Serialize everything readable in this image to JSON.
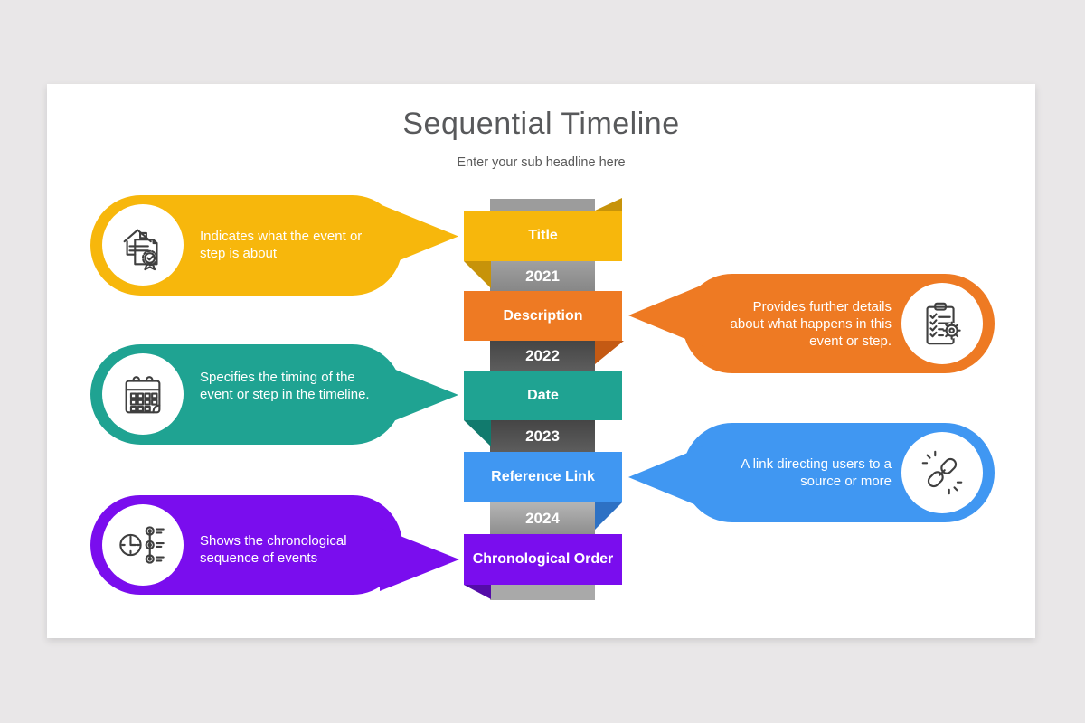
{
  "header": {
    "title": "Sequential Timeline",
    "subtitle": "Enter your sub headline here"
  },
  "timeline": {
    "years": [
      "2021",
      "2022",
      "2023",
      "2024"
    ],
    "bar_colors": {
      "light": "#909090",
      "dark": "#4e4e4e",
      "top": "#9c9c9c",
      "bottom": "#a9a9a9"
    },
    "banners": [
      {
        "label": "Title",
        "color": "#f7b70c",
        "fold": "#c7930a"
      },
      {
        "label": "Description",
        "color": "#ee7a23",
        "fold": "#c45a14"
      },
      {
        "label": "Date",
        "color": "#1fa392",
        "fold": "#117a6d"
      },
      {
        "label": "Reference Link",
        "color": "#4097f2",
        "fold": "#2d71c4"
      },
      {
        "label": "Chronological Order",
        "color": "#7a0dee",
        "fold": "#540ca8"
      }
    ]
  },
  "callouts": [
    {
      "side": "left",
      "color": "#f7b70c",
      "icon": "house-certificate-icon",
      "text": "Indicates what the event or step is about"
    },
    {
      "side": "right",
      "color": "#ee7a23",
      "icon": "clipboard-gear-icon",
      "text": "Provides further details about what happens in this event or step."
    },
    {
      "side": "left",
      "color": "#1fa392",
      "icon": "calendar-icon",
      "text": "Specifies the timing of the event or step in the timeline."
    },
    {
      "side": "right",
      "color": "#4097f2",
      "icon": "chain-link-icon",
      "text": "A link directing users to a source or more"
    },
    {
      "side": "left",
      "color": "#7a0dee",
      "icon": "clock-timeline-icon",
      "text": "Shows the chronological sequence of events"
    }
  ]
}
